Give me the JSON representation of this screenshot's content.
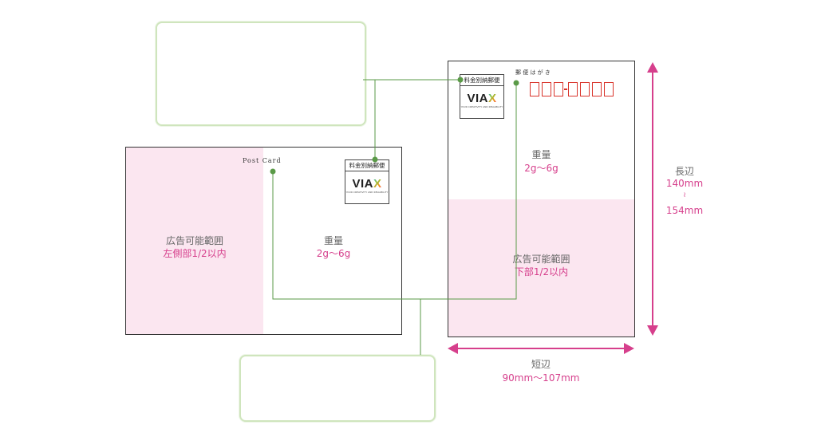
{
  "landscape_card": {
    "post_card_label": "Post Card",
    "ad_area_title": "広告可能範囲",
    "ad_area_value": "左側部1/2以内",
    "weight_title": "重量",
    "weight_value": "2g〜6g"
  },
  "portrait_card": {
    "header_label": "郵 便 は が き",
    "weight_title": "重量",
    "weight_value": "2g〜6g",
    "ad_area_title": "広告可能範囲",
    "ad_area_value": "下部1/2以内"
  },
  "stamp": {
    "label": "料金別納郵便",
    "logo_text_main": "VIA",
    "logo_text_accent": "X",
    "logo_tagline": "YOUR CREATIVITY AND RELIABILITY"
  },
  "dimensions": {
    "long_side_title": "長辺",
    "long_side_min": "140mm",
    "long_side_tilde": "≀",
    "long_side_max": "154mm",
    "short_side_title": "短辺",
    "short_side_value": "90mm〜107mm"
  },
  "colors": {
    "accent_magenta": "#d63f8c",
    "ad_area_pink": "#fbe6f0",
    "connector_green": "#5a9a47",
    "callout_border": "#cfe5bd",
    "zip_red": "#d9342b"
  },
  "icons": {
    "connector_dot": "green-dot",
    "dimension_arrow": "double-headed-arrow"
  }
}
